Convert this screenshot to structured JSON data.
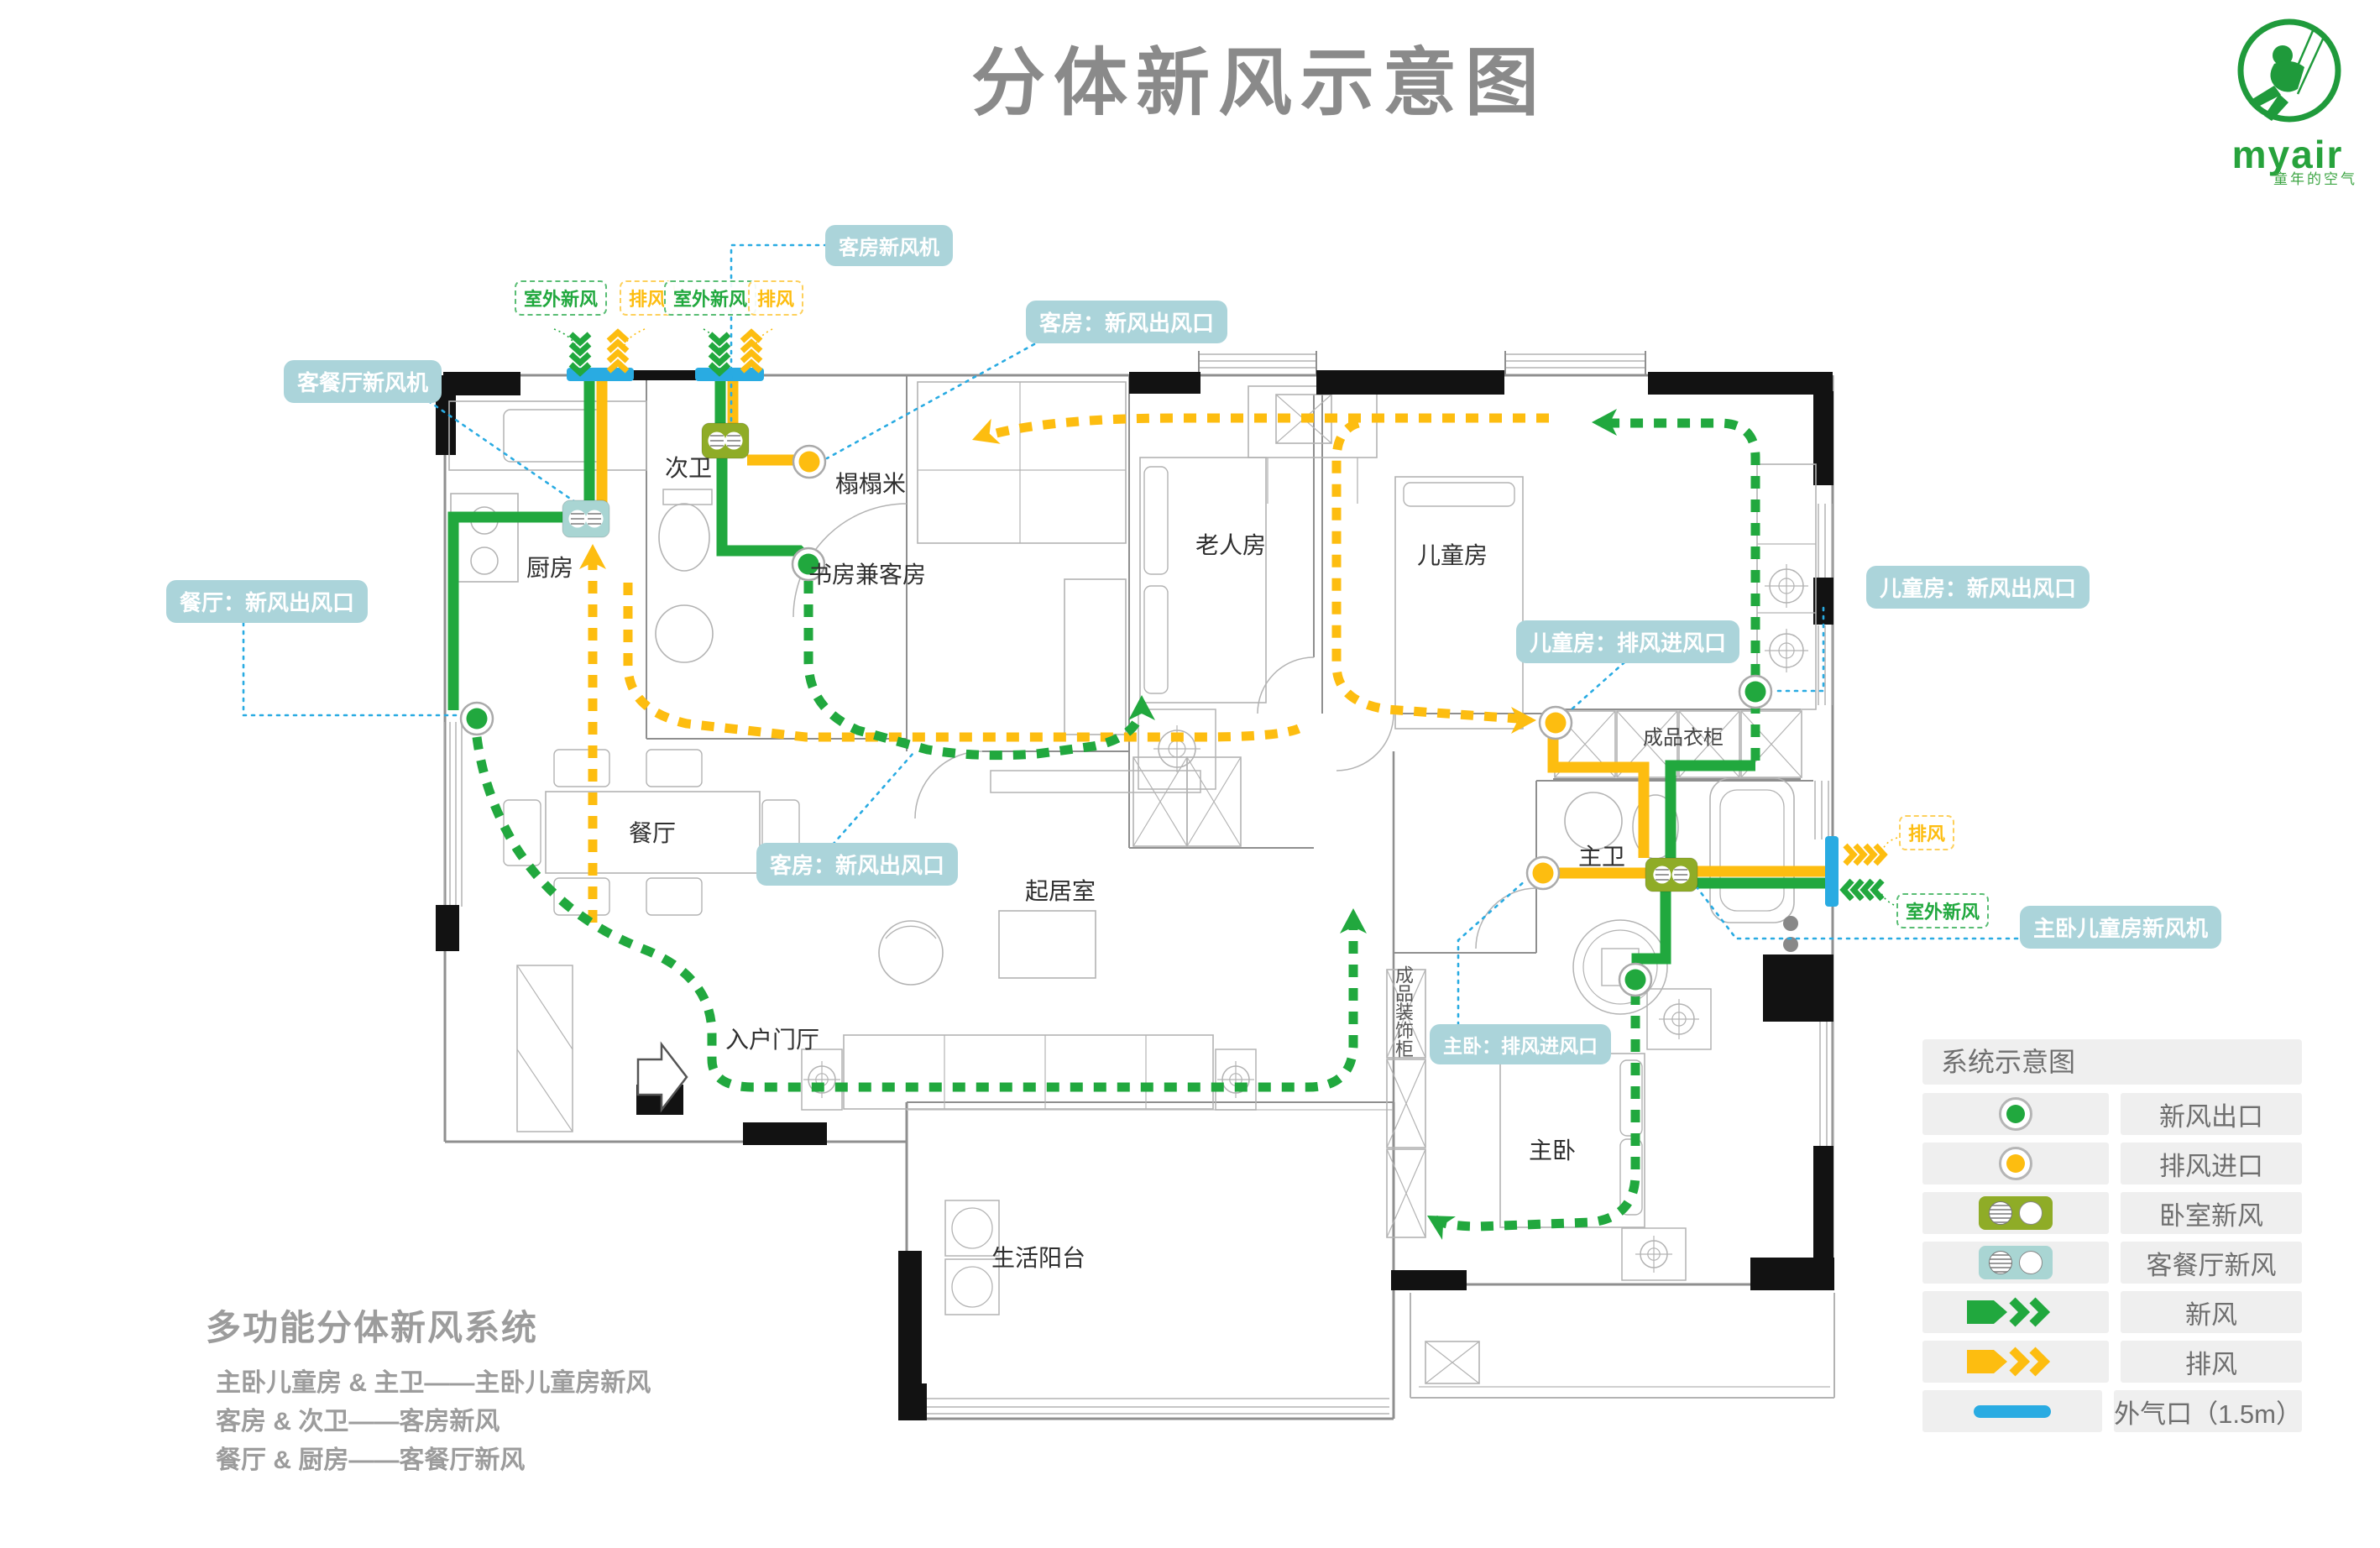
{
  "title": "分体新风示意图",
  "logo": {
    "brand": "myair",
    "tagline": "童年的空气"
  },
  "plan_labels": {
    "outdoor_fresh_left": "室外新风",
    "exhaust_left": "排风",
    "outdoor_fresh_mid": "室外新风",
    "exhaust_mid": "排风",
    "guest_unit": "客房新风机",
    "guest_outlet_top": "客房：新风出风口",
    "living_dining_unit": "客餐厅新风机",
    "dining_outlet": "餐厅：新风出风口",
    "child_outlet": "儿童房：新风出风口",
    "child_intake": "儿童房：排风进风口",
    "guest_outlet_mid": "客房：新风出风口",
    "master_intake": "主卧：排风进风口",
    "master_child_unit": "主卧儿童房新风机",
    "exhaust_right": "排风",
    "outdoor_fresh_right": "室外新风"
  },
  "rooms": {
    "kitchen": "厨房",
    "bath2": "次卫",
    "tatami": "榻榻米",
    "study": "书房兼客房",
    "elder": "老人房",
    "child": "儿童房",
    "dining": "餐厅",
    "living": "起居室",
    "entry": "入户门厅",
    "bath1": "主卫",
    "master": "主卧",
    "balcony": "生活阳台",
    "wardrobe": "成品衣柜",
    "deco_cabinet": "成品装饰柜"
  },
  "legend": {
    "header": "系统示意图",
    "rows": [
      {
        "icon": "fresh-outlet-icon",
        "label": "新风出口"
      },
      {
        "icon": "exhaust-inlet-icon",
        "label": "排风进口"
      },
      {
        "icon": "bedroom-unit-icon",
        "label": "卧室新风"
      },
      {
        "icon": "living-unit-icon",
        "label": "客餐厅新风"
      },
      {
        "icon": "fresh-arrow-icon",
        "label": "新风"
      },
      {
        "icon": "exhaust-arrow-icon",
        "label": "排风"
      },
      {
        "icon": "outdoor-vent-icon",
        "label": "外气口（1.5m）"
      }
    ]
  },
  "footer": {
    "heading": "多功能分体新风系统",
    "lines": [
      "主卧儿童房 & 主卫——主卧儿童房新风",
      "客房 & 次卫——客房新风",
      "餐厅 & 厨房——客餐厅新风"
    ]
  },
  "colors": {
    "fresh_green": "#21a83e",
    "exhaust_yellow": "#fdbd10",
    "vent_blue": "#29abe2",
    "label_teal": "#abd4da",
    "bedroom_unit": "#8fac27",
    "living_unit": "#a9d5d3",
    "title_gray": "#8a8a8a"
  }
}
